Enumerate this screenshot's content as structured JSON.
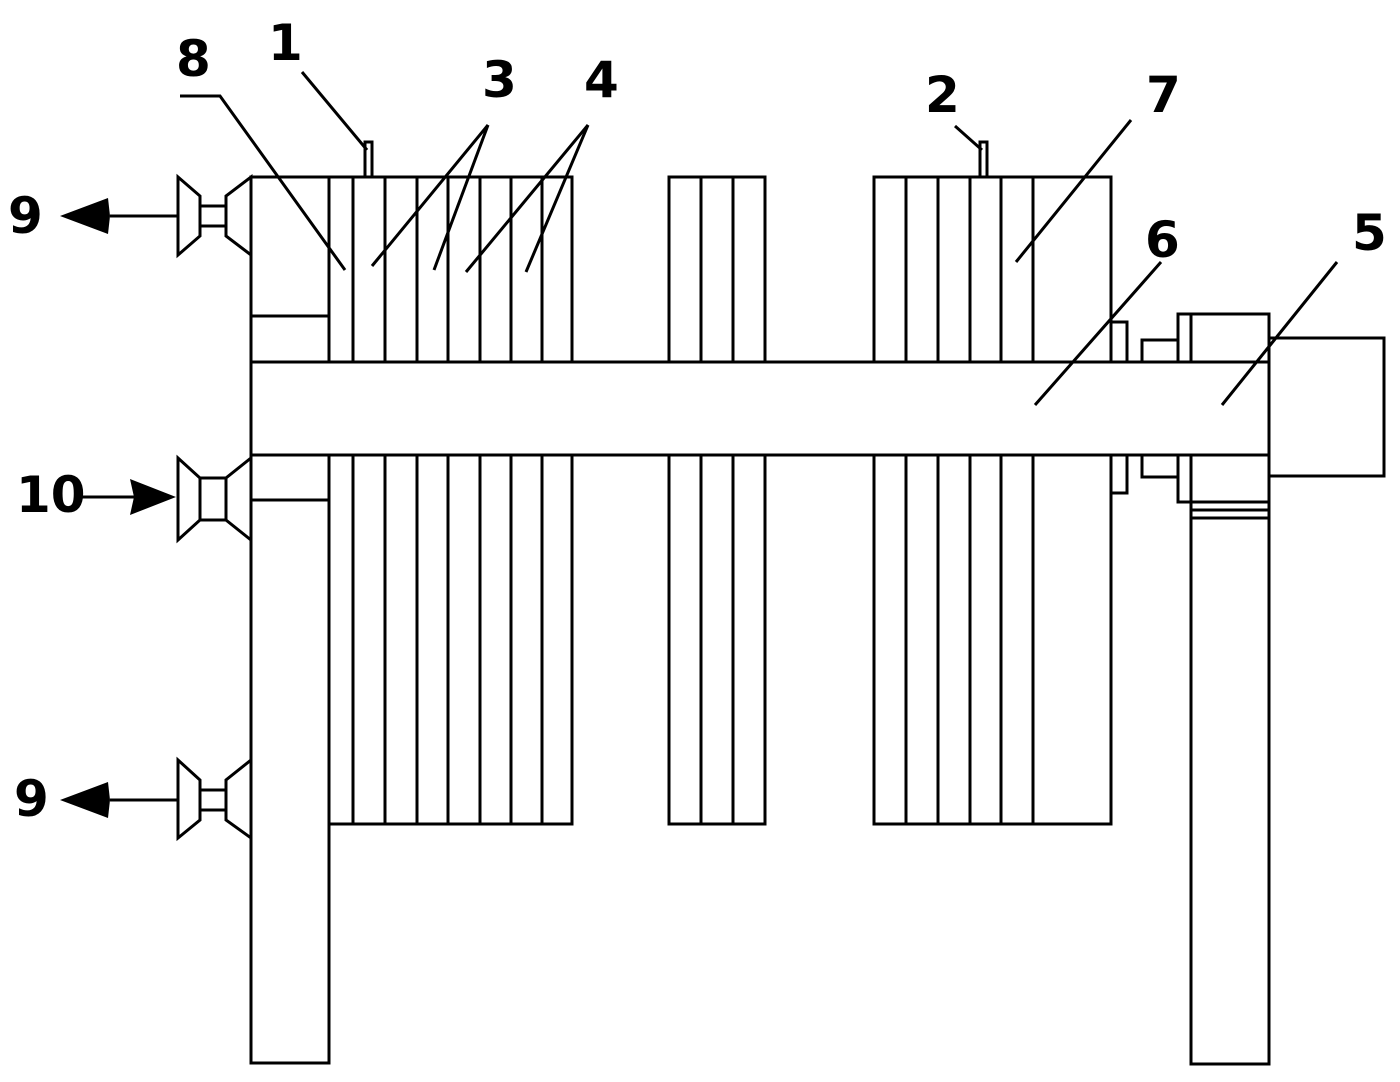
{
  "diagram": {
    "labels": {
      "l1": "1",
      "l2": "2",
      "l3": "3",
      "l4": "4",
      "l5": "5",
      "l6": "6",
      "l7": "7",
      "l8": "8",
      "l9_top": "9",
      "l9_bottom": "9",
      "l10": "10"
    },
    "colors": {
      "line": "#000000",
      "background": "#ffffff"
    }
  }
}
